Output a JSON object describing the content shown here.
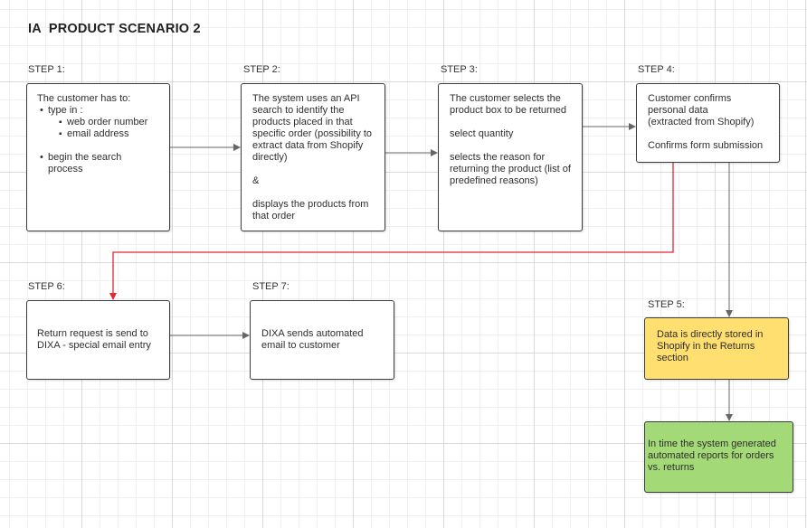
{
  "title": "IA  PRODUCT SCENARIO 2",
  "colors": {
    "step5_fill": "#ffdf6f",
    "final_fill": "#a3d977",
    "red_connector": "#e0272f",
    "gray_connector": "#666666"
  },
  "steps": {
    "step1": {
      "label": "STEP 1:",
      "intro": "The customer has to:",
      "bullet_type_in": "type in :",
      "sub_web_order": "web order number",
      "sub_email": "email address",
      "bullet_begin_line1": "begin the search",
      "bullet_begin_line2": "process"
    },
    "step2": {
      "label": "STEP 2:",
      "text1": "The system uses an API search to identify the products placed in that specific order (possibility to extract data from Shopify directly)",
      "text2": "&",
      "text3": "displays the products from that order"
    },
    "step3": {
      "label": "STEP 3:",
      "text1": "The customer selects the product box to be returned",
      "text2": "select quantity",
      "text3": "selects the reason for returning the product (list of predefined reasons)"
    },
    "step4": {
      "label": "STEP 4:",
      "text1": "Customer confirms personal data",
      "text2": "(extracted from Shopify)",
      "text3": "Confirms form submission"
    },
    "step5": {
      "label": "STEP 5:",
      "text1": "Data is directly stored in Shopify in the Returns section"
    },
    "step6": {
      "label": "STEP 6:",
      "text1": "Return request is send to DIXA  - special email entry"
    },
    "step7": {
      "label": "STEP 7:",
      "text1": "DIXA  sends automated email to customer"
    },
    "final": {
      "text1": "In time the system generated automated reports for orders vs. returns"
    }
  }
}
